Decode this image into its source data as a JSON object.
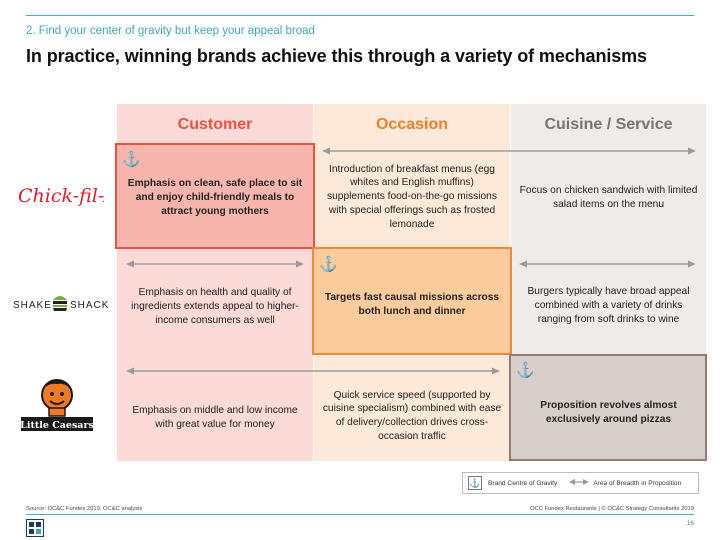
{
  "slide": {
    "kicker": "2. Find your center of gravity but keep your appeal broad",
    "headline": "In practice, winning brands achieve this through a variety of mechanisms",
    "page_number": "16"
  },
  "columns": {
    "customer": "Customer",
    "occasion": "Occasion",
    "cuisine": "Cuisine / Service"
  },
  "colors": {
    "customer": "#e8543f",
    "occasion": "#ee7d2a",
    "cuisine": "#757575",
    "accent_teal": "#3aa9b1"
  },
  "brands": {
    "chickfila": {
      "logo": "Chick-fil-A"
    },
    "shakeshack": {
      "logo_left": "SHAKE",
      "logo_right": "SHACK"
    },
    "littlecaesars": {
      "logo": "Little Caesars"
    }
  },
  "cells": {
    "r1_customer": "Emphasis on clean, safe place to sit and enjoy child-friendly meals to attract young mothers",
    "r1_occasion": "Introduction of breakfast menus (egg whites and English muffins) supplements food-on-the-go missions with special offerings such as frosted lemonade",
    "r1_cuisine": "Focus on chicken sandwich with limited salad items on the menu",
    "r2_customer": "Emphasis on health and quality of ingredients extends appeal to higher-income consumers as well",
    "r2_occasion": "Targets fast causal missions across both lunch and dinner",
    "r2_cuisine": "Burgers typically have broad appeal combined with a variety of drinks ranging from soft drinks to wine",
    "r3_customer": "Emphasis on middle and low income with great value for money",
    "r3_occasion": "Quick service speed (supported by cuisine specialism) combined with ease of delivery/collection drives cross-occasion traffic",
    "r3_cuisine": "Proposition revolves almost exclusively around pizzas"
  },
  "legend": {
    "anchor_label": "Brand Centre of Gravity",
    "arrow_label": "Area of Breadth in Proposition"
  },
  "footer": {
    "source": "Source: OC&C Fundex 2019, OC&C analysis",
    "copyright": "OCC Fundex Restaurants | © OC&C Strategy Consultants 2019"
  },
  "icons": {
    "anchor": "⚓"
  }
}
